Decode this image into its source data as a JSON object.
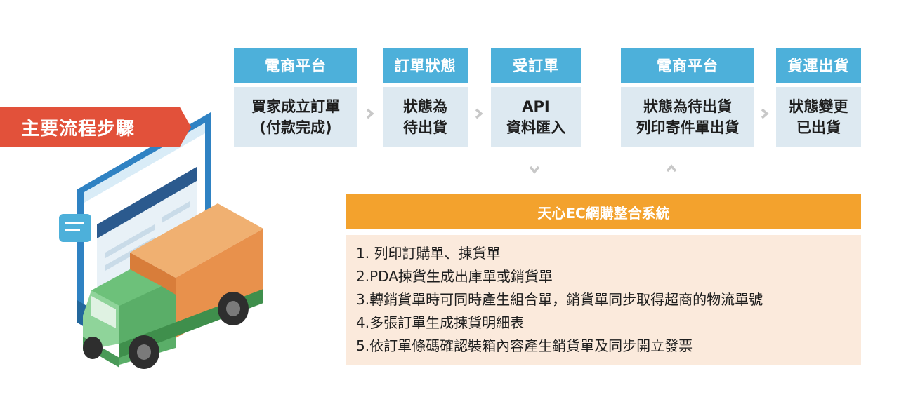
{
  "banner": {
    "title": "主要流程步驟"
  },
  "steps": [
    {
      "head": "電商平台",
      "line1": "買家成立訂單",
      "line2": "(付款完成)"
    },
    {
      "head": "訂單狀態",
      "line1": "狀態為",
      "line2": "待出貨"
    },
    {
      "head": "受訂單",
      "line1": "API",
      "line2": "資料匯入"
    },
    {
      "head": "電商平台",
      "line1": "狀態為待出貨",
      "line2": "列印寄件單出貨"
    },
    {
      "head": "貨運出貨",
      "line1": "狀態變更",
      "line2": "已出貨"
    }
  ],
  "system": {
    "title": "天心EC網購整合系統",
    "items": [
      "1. 列印訂購單、揀貨單",
      "2.PDA揀貨生成出庫單或銷貨單",
      "3.轉銷貨單時可同時產生組合單，銷貨單同步取得超商的物流單號",
      "4.多張訂單生成揀貨明細表",
      "5.依訂單條碼確認裝箱內容產生銷貨單及同步開立發票"
    ]
  },
  "colors": {
    "step_head": "#4db0da",
    "step_body": "#dde9f1",
    "banner": "#e2513a",
    "system_head": "#f3a22d",
    "system_body": "#fbeadc",
    "arrow": "#c8c8c8"
  }
}
